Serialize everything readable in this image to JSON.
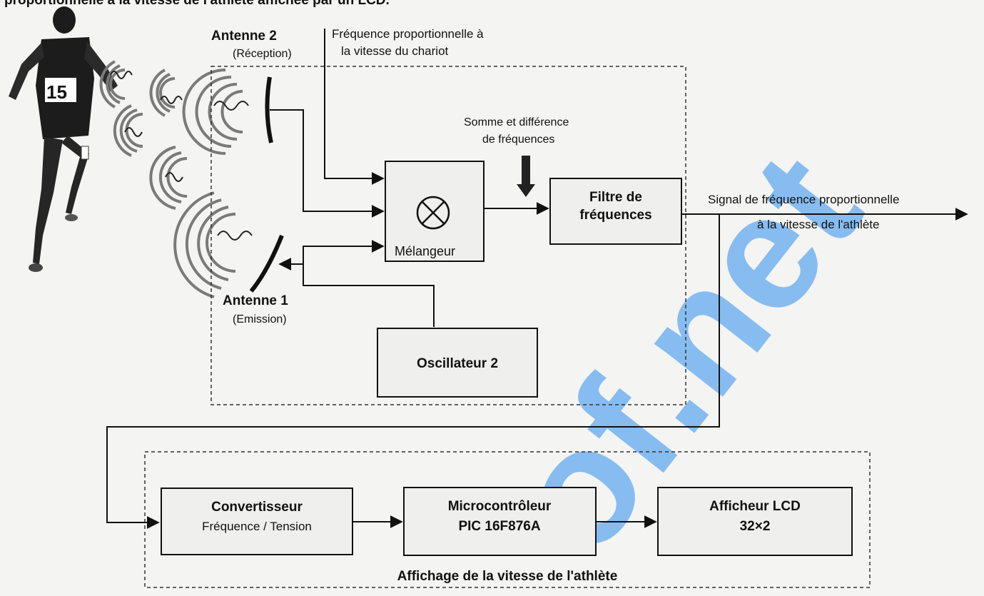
{
  "header": {
    "cut_text": "proportionnelle à la vitesse de l'athlète affichée par un LCD."
  },
  "runner": {
    "bib_number": "15"
  },
  "antennas": {
    "reception": {
      "name": "Antenne 2",
      "role": "(Réception)"
    },
    "emission": {
      "name": "Antenne 1",
      "role": "(Emission)"
    }
  },
  "labels": {
    "chariot_freq_line1": "Fréquence proportionnelle à",
    "chariot_freq_line2": "la vitesse du chariot",
    "sum_diff_line1": "Somme et différence",
    "sum_diff_line2": "de fréquences",
    "output_line1": "Signal de fréquence proportionnelle",
    "output_line2": "à la vitesse de l'athlète",
    "display_group_title": "Affichage de la vitesse de l'athlète"
  },
  "blocks": {
    "mixer": "Mélangeur",
    "filter_line1": "Filtre de",
    "filter_line2": "fréquences",
    "oscillator": "Oscillateur 2",
    "converter_line1": "Convertisseur",
    "converter_line2": "Fréquence / Tension",
    "mcu_line1": "Microcontrôleur",
    "mcu_line2": "PIC 16F876A",
    "lcd_line1": "Afficheur LCD",
    "lcd_line2": "32×2"
  },
  "watermark": {
    "text": "of.net",
    "color": "#2f8ff0"
  },
  "colors": {
    "ink": "#111111",
    "runner": "#1c1c1c",
    "wave": "#7a7a7a"
  }
}
